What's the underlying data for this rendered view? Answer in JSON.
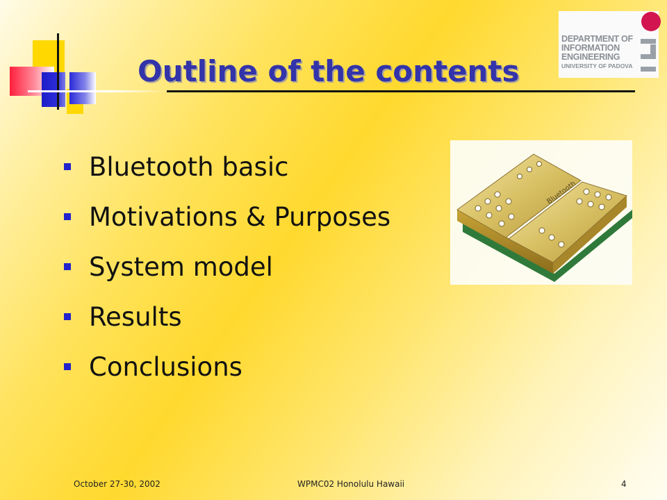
{
  "slide": {
    "title": "Outline of the contents",
    "bullets": [
      "Bluetooth basic",
      "Motivations & Purposes",
      "System model",
      "Results",
      "Conclusions"
    ]
  },
  "logo": {
    "line1": "DEPARTMENT OF",
    "line2": "INFORMATION",
    "line3": "ENGINEERING",
    "line4": "UNIVERSITY OF PADOVA"
  },
  "module_image": {
    "label": "Bluetooth"
  },
  "footer": {
    "date": "October 27-30,  2002",
    "conference": "WPMC02  Honolulu Hawaii",
    "page_number": "4"
  },
  "colors": {
    "title": "#3333aa",
    "bullet": "#2222cc",
    "logo_dot": "#d21450",
    "background_accent": "#ffd92e"
  }
}
